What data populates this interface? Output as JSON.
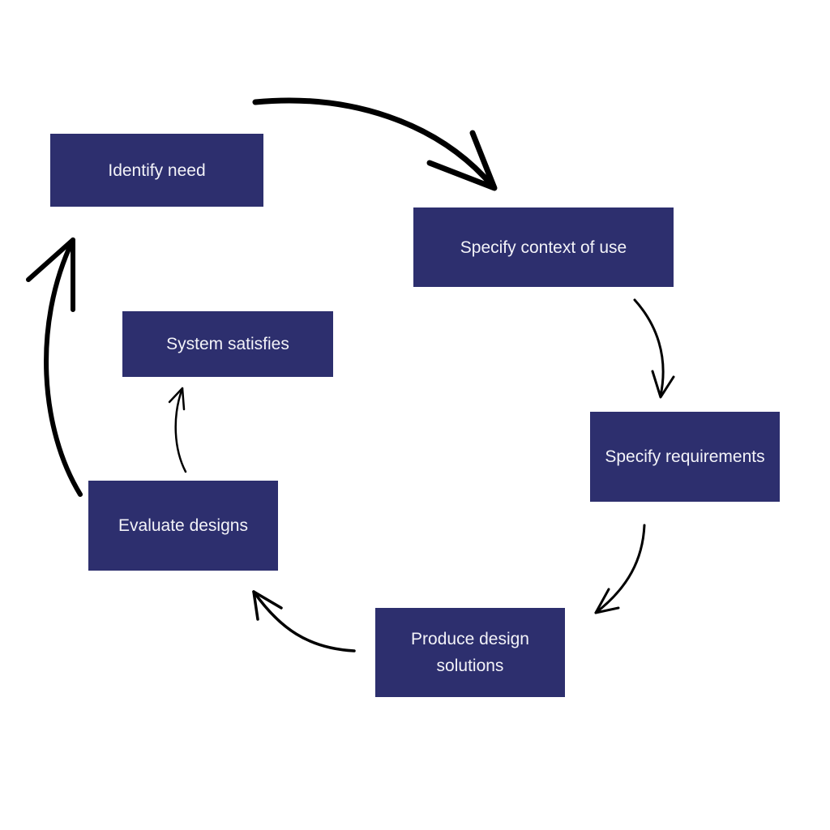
{
  "diagram": {
    "type": "cycle",
    "box_color": "#2d2f6e",
    "text_color": "#f3f3f8",
    "nodes": [
      {
        "id": "identify",
        "label": "Identify need"
      },
      {
        "id": "context",
        "label": "Specify context of use"
      },
      {
        "id": "requirements",
        "label": "Specify requirements"
      },
      {
        "id": "produce",
        "label": "Produce design solutions"
      },
      {
        "id": "evaluate",
        "label": "Evaluate designs"
      },
      {
        "id": "satisfies",
        "label": "System satisfies"
      }
    ],
    "edges": [
      {
        "from": "identify",
        "to": "context"
      },
      {
        "from": "context",
        "to": "requirements"
      },
      {
        "from": "requirements",
        "to": "produce"
      },
      {
        "from": "produce",
        "to": "evaluate"
      },
      {
        "from": "evaluate",
        "to": "satisfies"
      },
      {
        "from": "evaluate",
        "to": "identify"
      }
    ]
  }
}
